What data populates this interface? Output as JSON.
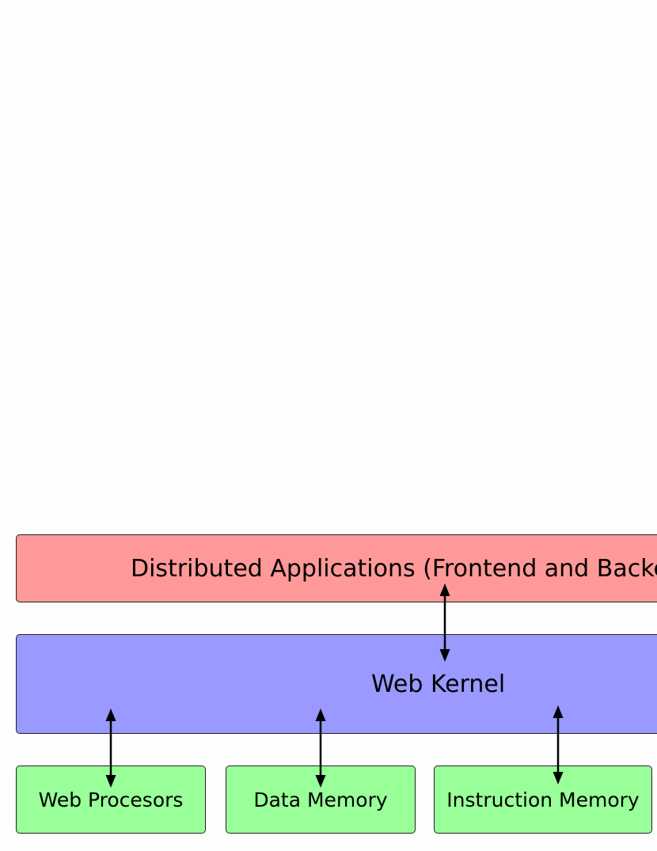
{
  "layers": {
    "applications": "Distributed Applications (Frontend and Backend)",
    "kernel": "Web Kernel"
  },
  "hardware": {
    "web_processors": "Web Procesors",
    "data_memory": "Data Memory",
    "instruction_memory": "Instruction Memory"
  },
  "colors": {
    "applications": "#ff9999",
    "kernel": "#9999ff",
    "hardware": "#99ff99"
  }
}
